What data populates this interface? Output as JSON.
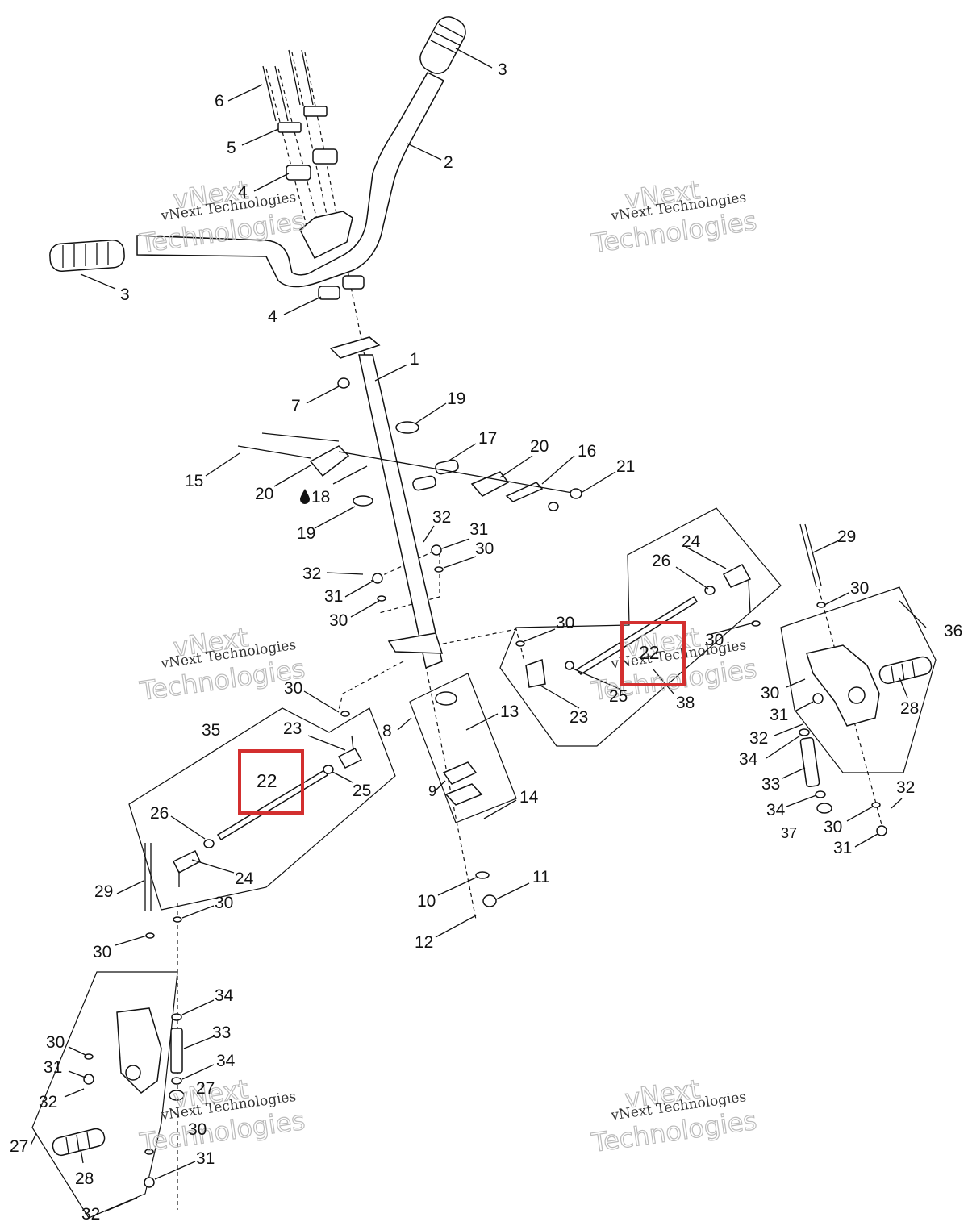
{
  "watermarks": [
    {
      "line1": "vNext",
      "line2": "vNext Technologies",
      "line3": "Technologies"
    },
    {
      "line1": "vNext",
      "line2": "vNext Technologies",
      "line3": "Technologies"
    },
    {
      "line1": "vNext",
      "line2": "vNext Technologies",
      "line3": "Technologies"
    },
    {
      "line1": "vNext",
      "line2": "vNext Technologies",
      "line3": "Technologies"
    },
    {
      "line1": "vNext",
      "line2": "vNext Technologies",
      "line3": "Technologies"
    },
    {
      "line1": "vNext",
      "line2": "vNext Technologies",
      "line3": "Technologies"
    }
  ],
  "highlighted_callouts": [
    "22",
    "22"
  ],
  "callouts": [
    "1",
    "2",
    "3",
    "3",
    "4",
    "4",
    "5",
    "6",
    "7",
    "8",
    "9",
    "10",
    "11",
    "12",
    "13",
    "14",
    "15",
    "16",
    "17",
    "18",
    "19",
    "19",
    "20",
    "20",
    "21",
    "23",
    "23",
    "24",
    "24",
    "25",
    "25",
    "26",
    "26",
    "27",
    "27",
    "28",
    "28",
    "29",
    "29",
    "30",
    "30",
    "30",
    "30",
    "30",
    "30",
    "30",
    "30",
    "30",
    "30",
    "30",
    "30",
    "31",
    "31",
    "31",
    "31",
    "31",
    "31",
    "32",
    "32",
    "32",
    "32",
    "32",
    "32",
    "33",
    "33",
    "34",
    "34",
    "34",
    "34",
    "35",
    "36",
    "37",
    "38"
  ],
  "colors": {
    "highlight": "#d32f2f",
    "ink": "#111111"
  },
  "icons": {
    "oil": "oil-drop-icon"
  }
}
